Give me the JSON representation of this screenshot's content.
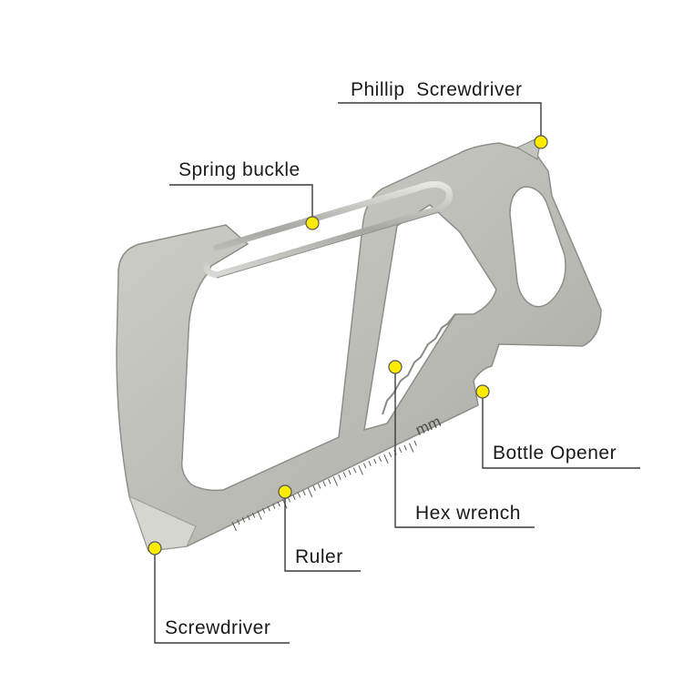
{
  "labels": {
    "phillip_screwdriver": "Phillip  Screwdriver",
    "spring_buckle": "Spring buckle",
    "bottle_opener": "Bottle Opener",
    "hex_wrench": "Hex wrench",
    "ruler": "Ruler",
    "screwdriver": "Screwdriver"
  },
  "engraving": {
    "unit": "mm"
  },
  "colors": {
    "marker_fill": "#ffeb00",
    "marker_stroke": "#555555",
    "leader_line": "#3a3a3a",
    "metal": "#bcbcb6"
  }
}
